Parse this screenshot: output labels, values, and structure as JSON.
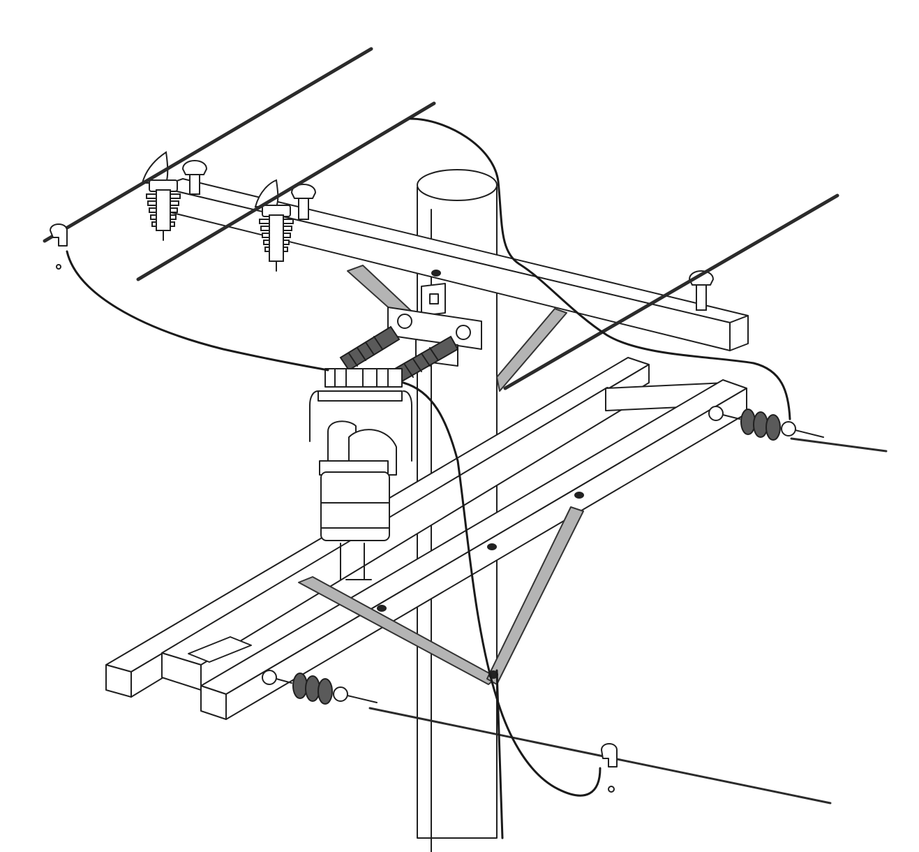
{
  "diagram": {
    "subject": "utility-pole-crossarm-assembly",
    "colors": {
      "line": "#1f1f1f",
      "wire": "#2b2b2b",
      "brace_fill": "#b4b4b4",
      "background": "#ffffff"
    },
    "icons": [
      "pole",
      "crossarm",
      "double-crossarm",
      "pin-insulator",
      "lightning-arrester",
      "suspension-insulator",
      "cutout",
      "transformer",
      "hot-line-clamp"
    ]
  }
}
